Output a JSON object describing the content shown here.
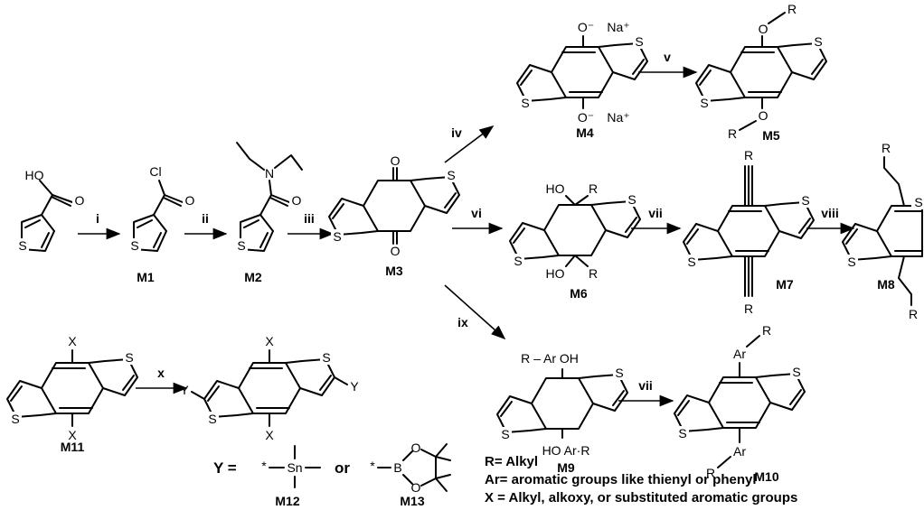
{
  "compounds": {
    "start": {
      "label": "",
      "group_o": "O",
      "group_ho": "HO"
    },
    "M1": {
      "label": "M1",
      "cl": "Cl",
      "o": "O"
    },
    "M2": {
      "label": "M2",
      "n": "N",
      "o": "O"
    },
    "M3": {
      "label": "M3",
      "o": "O"
    },
    "M4": {
      "label": "M4",
      "o_minus": "O⁻",
      "na_plus": "Na⁺"
    },
    "M5": {
      "label": "M5",
      "o": "O",
      "r": "R"
    },
    "M6": {
      "label": "M6",
      "ho": "HO",
      "r": "R"
    },
    "M7": {
      "label": "M7",
      "r": "R"
    },
    "M8": {
      "label": "M8",
      "r": "R"
    },
    "M9": {
      "label": "M9",
      "top_sub": "R – Ar  OH",
      "bottom_sub": "HO    Ar·R"
    },
    "M10": {
      "label": "M10",
      "ar": "Ar",
      "r": "R"
    },
    "M11": {
      "label": "M11",
      "x": "X"
    },
    "M11_product": {
      "x": "X",
      "y": "Y"
    },
    "M12": {
      "label": "M12",
      "sn": "Sn"
    },
    "M13": {
      "label": "M13",
      "b": "B",
      "o": "O"
    }
  },
  "atoms": {
    "s": "S",
    "star": "*"
  },
  "steps": {
    "i": "i",
    "ii": "ii",
    "iii": "iii",
    "iv": "iv",
    "v": "v",
    "vi": "vi",
    "vii": "vii",
    "viii": "viii",
    "ix": "ix",
    "vii_b": "vii",
    "x": "x"
  },
  "y_equation": {
    "prefix": "Y =",
    "or": "or"
  },
  "legend": {
    "r": "R= Alkyl",
    "ar": "Ar= aromatic groups like thienyl or phenyl",
    "x": "X = Alkyl, alkoxy, or substituted aromatic groups"
  }
}
